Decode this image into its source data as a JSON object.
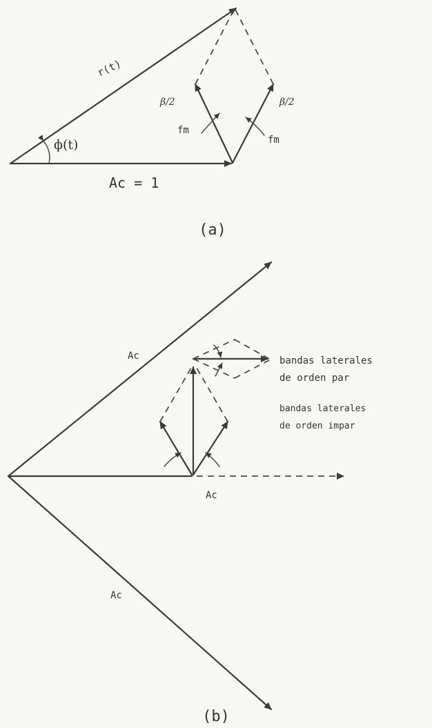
{
  "figure_a": {
    "r_label": "r(t)",
    "phi_label": "ϕ(t)",
    "beta_left": "β/2",
    "beta_right": "β/2",
    "fm_left": "fm",
    "fm_right": "fm",
    "ac_label": "Ac = 1",
    "caption": "(a)"
  },
  "figure_b": {
    "ac_upper_label": "Ac",
    "ac_lower_label": "Ac",
    "ac_center_label": "Ac",
    "even_sidebands_line1": "bandas laterales",
    "even_sidebands_line2": "de orden par",
    "odd_sidebands_line1": "bandas laterales",
    "odd_sidebands_line2": "de orden impar",
    "caption": "(b)"
  }
}
